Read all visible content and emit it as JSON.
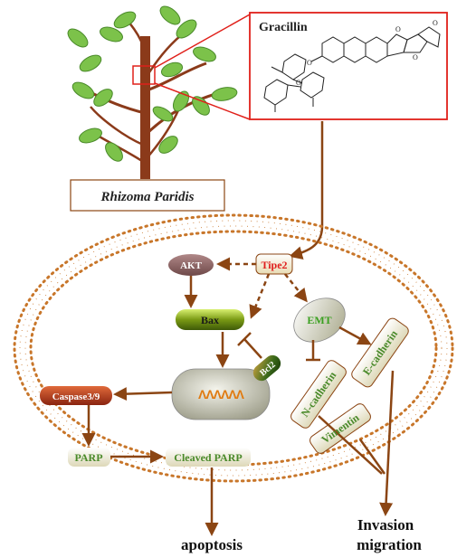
{
  "plant": {
    "label": "Rhizoma Paridis"
  },
  "compound": {
    "name": "Gracillin",
    "atom_symbol": "O"
  },
  "nodes": {
    "akt": "AKT",
    "tipe2": "Tipe2",
    "bax": "Bax",
    "emt": "EMT",
    "bcl2": "Bcl2",
    "caspase": "Caspase3/9",
    "parp": "PARP",
    "cleaved_parp": "Cleaved PARP",
    "e_cadherin": "E-cadherin",
    "n_cadherin": "N-cadherin",
    "vimentin": "Vimentin",
    "dna": "ΛΛΛΛΛΛ"
  },
  "outcomes": {
    "apoptosis": "apoptosis",
    "invasion": "Invasion",
    "migration": "migration"
  },
  "colors": {
    "stem": "#8b3a1a",
    "leaf": "#7cc24a",
    "membrane": "#c8762a",
    "arrow": "#8b4513",
    "red_box": "#e0201a",
    "akt": "#8a6262",
    "tipe2_text": "#e02020",
    "bax": "#6a8a10",
    "emt_text": "#3aa020",
    "caspase": "#b33a1a",
    "green_text": "#4a8a2a"
  }
}
